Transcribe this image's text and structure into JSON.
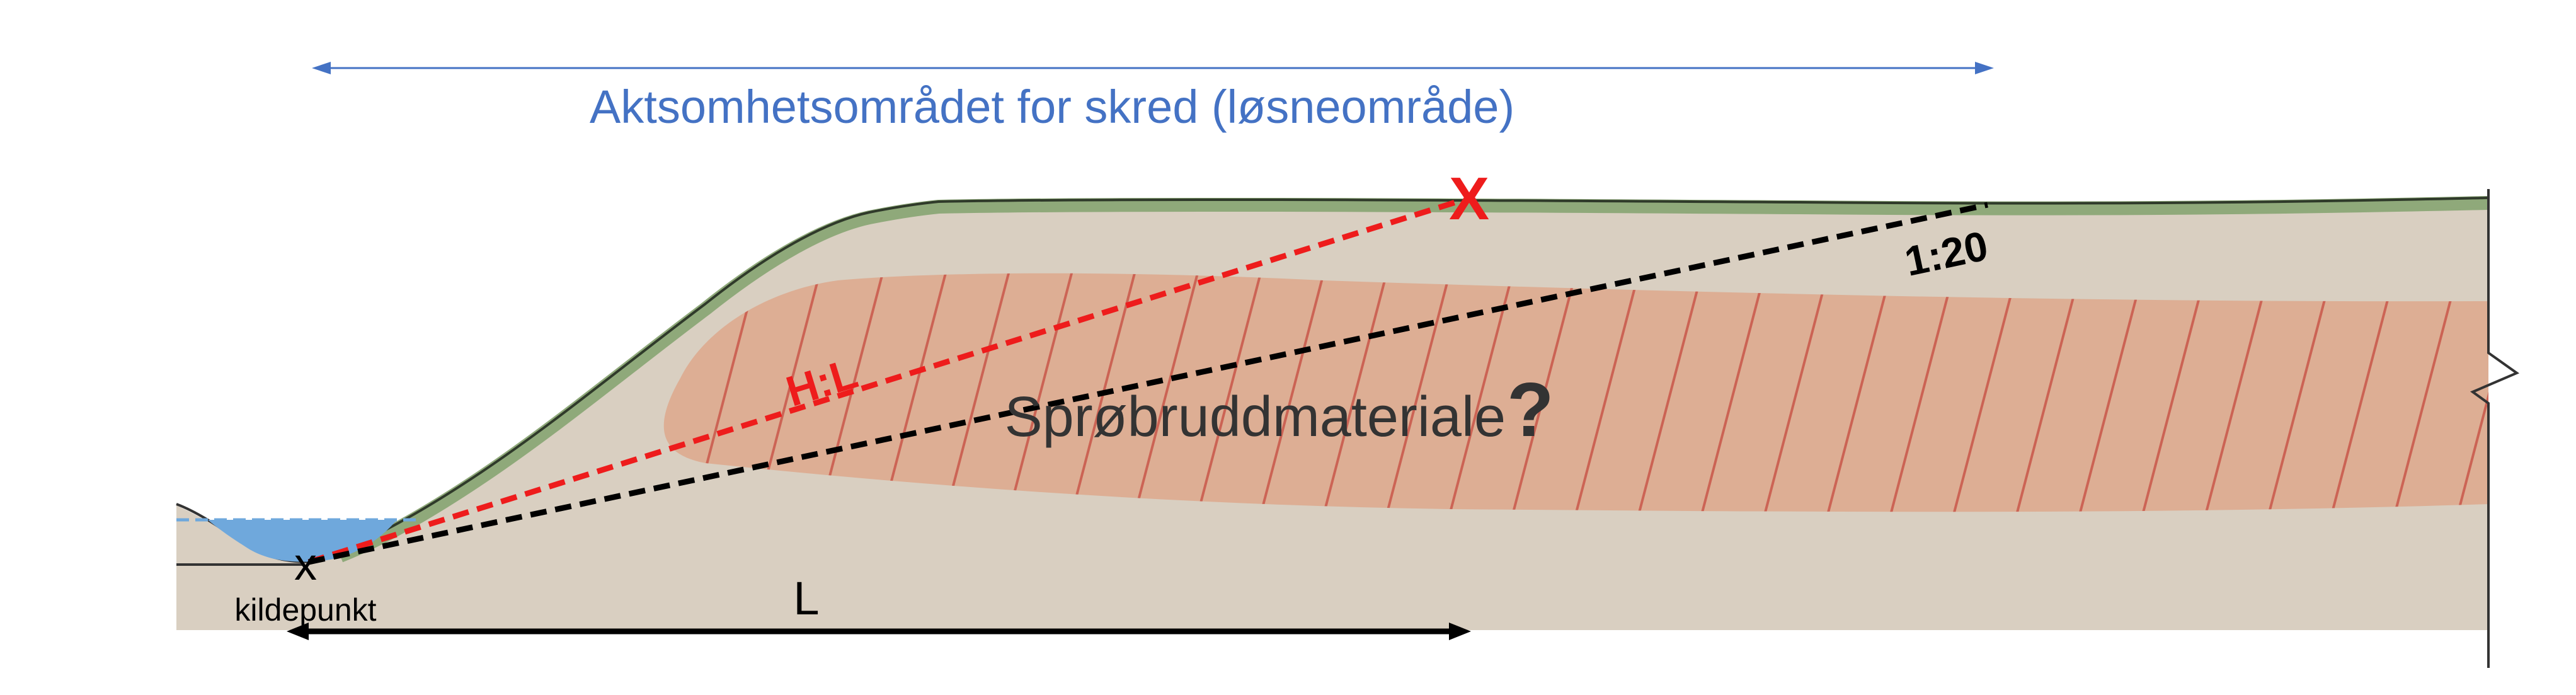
{
  "diagram": {
    "title": "Aktsomhetsområdet for skred (løsneområde)",
    "material_label": "Sprøbruddmateriale",
    "material_qmark": "?",
    "ratio_red_label": "H:L",
    "ratio_black_label": "1:20",
    "distance_label": "L",
    "source_marker": "x",
    "source_label": "kildepunkt",
    "release_marker": "X",
    "colors": {
      "title_arrow": "#4472c4",
      "red_line": "#ee1c1c",
      "black_line": "#000000",
      "soil": "#d9cfc1",
      "grass": "#8fa97a",
      "clay_layer": "#ddaa8f",
      "hatch": "#c9574a",
      "water": "#6fa8dc"
    }
  }
}
